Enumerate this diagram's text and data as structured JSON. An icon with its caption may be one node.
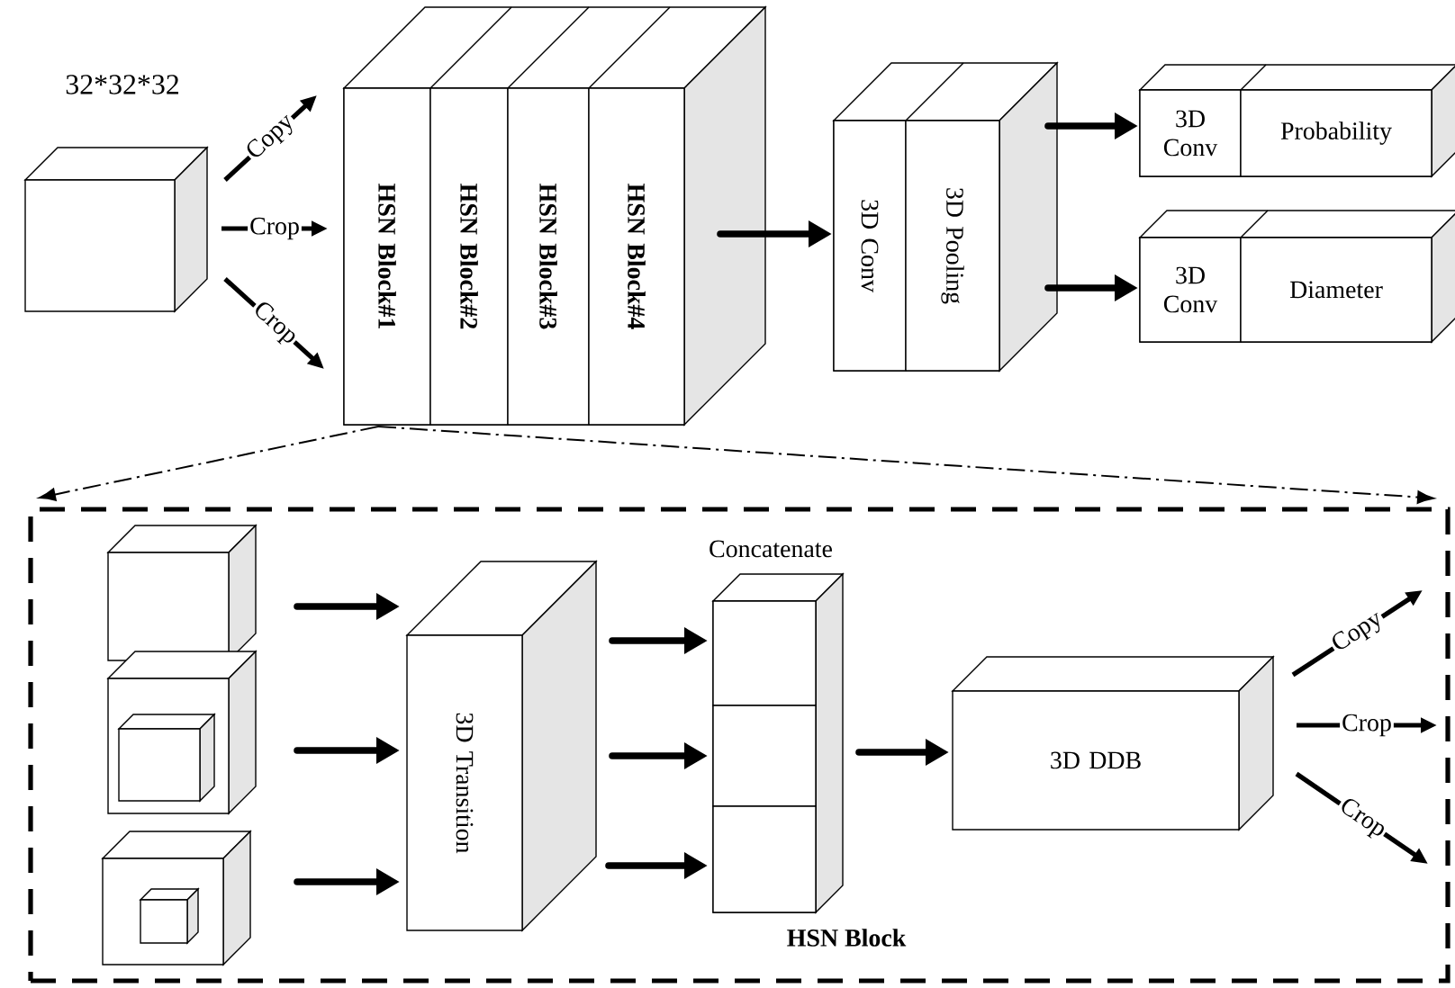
{
  "diagram": {
    "nodes": [
      {
        "text": [],
        "shape": "box",
        "beside": [
          "32*32*32"
        ]
      },
      {
        "text": [],
        "shape": "box"
      },
      {
        "text": [
          "HSN Block#1"
        ],
        "in": 1
      },
      {
        "text": [
          "HSN Block#2"
        ],
        "in": 1
      },
      {
        "text": [
          "HSN Block#3"
        ],
        "in": 1
      },
      {
        "text": [
          "HSN Block#4"
        ],
        "in": 1
      },
      {
        "text": [],
        "shape": "box"
      },
      {
        "text": [
          "3D Conv"
        ],
        "in": 6
      },
      {
        "text": [
          "3D Pooling"
        ],
        "in": 6
      },
      {
        "text": [],
        "shape": "box"
      },
      {
        "text": [
          "3D Conv"
        ],
        "in": 9
      },
      {
        "text": [
          "Probability"
        ],
        "in": 9
      },
      {
        "text": [],
        "shape": "box"
      },
      {
        "text": [
          "3D Conv"
        ],
        "in": 12
      },
      {
        "text": [
          "Diameter"
        ],
        "in": 12
      },
      {
        "text": [
          "HSN Block"
        ]
      },
      {
        "text": [],
        "shape": "box",
        "in": 15
      },
      {
        "text": [],
        "shape": "box",
        "in": 15
      },
      {
        "text": [],
        "shape": "box",
        "in": 15
      },
      {
        "text": [
          "3D Transition"
        ],
        "in": 15
      },
      {
        "text": [
          "Concatenate"
        ],
        "in": 15
      },
      {
        "text": [],
        "shape": "box",
        "in": 20
      },
      {
        "text": [],
        "shape": "box",
        "in": 20
      },
      {
        "text": [],
        "shape": "box",
        "in": 20
      },
      {
        "text": [
          "3D DDB"
        ],
        "in": 15
      }
    ],
    "edges": [
      {
        "from": 0,
        "to": 1,
        "arrow": "to",
        "label": "Copy"
      },
      {
        "from": 0,
        "to": 1,
        "arrow": "to",
        "label": "Crop"
      },
      {
        "from": 0,
        "to": 1,
        "arrow": "to",
        "label": "Crop"
      },
      {
        "from": 1,
        "to": 6,
        "arrow": "to"
      },
      {
        "from": 6,
        "to": 9,
        "arrow": "to"
      },
      {
        "from": 6,
        "to": 12,
        "arrow": "to"
      },
      {
        "from": 1,
        "to": 15,
        "arrow": "to",
        "style": "dashed"
      },
      {
        "from": 1,
        "to": 15,
        "arrow": "to",
        "style": "dashed"
      },
      {
        "from": 16,
        "to": 19,
        "arrow": "to"
      },
      {
        "from": 17,
        "to": 19,
        "arrow": "to"
      },
      {
        "from": 18,
        "to": 19,
        "arrow": "to"
      },
      {
        "from": 19,
        "to": 21,
        "arrow": "to"
      },
      {
        "from": 19,
        "to": 22,
        "arrow": "to"
      },
      {
        "from": 19,
        "to": 23,
        "arrow": "to"
      },
      {
        "from": 20,
        "to": 24,
        "arrow": "to"
      },
      {
        "from": 24,
        "to": null,
        "arrow": "to",
        "label": "Copy"
      },
      {
        "from": 24,
        "to": null,
        "arrow": "to",
        "label": "Crop"
      },
      {
        "from": 24,
        "to": null,
        "arrow": "to",
        "label": "Crop"
      }
    ]
  }
}
